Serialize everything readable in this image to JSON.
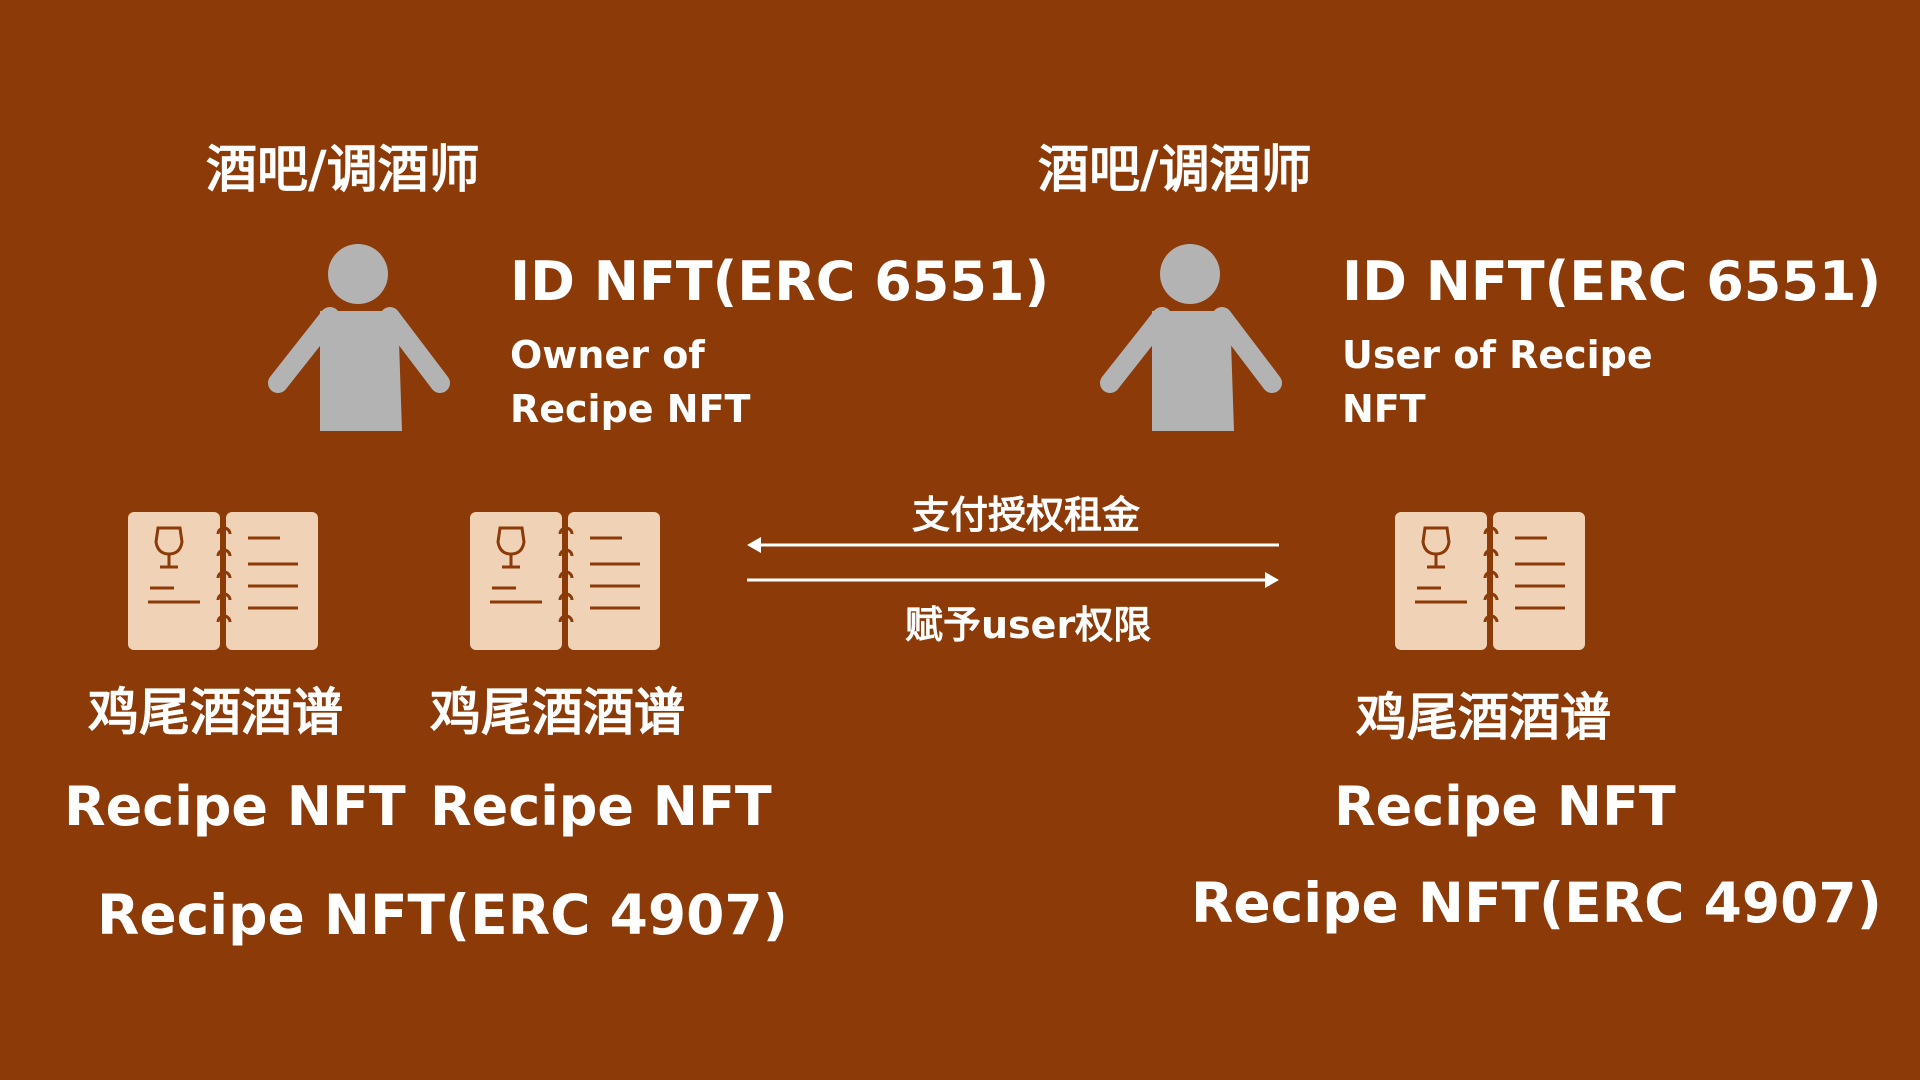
{
  "left": {
    "role": "酒吧/调酒师",
    "id_title": "ID NFT(ERC 6551)",
    "desc_line1": "Owner of",
    "desc_line2": "Recipe NFT",
    "recipes": [
      {
        "cn": "鸡尾酒酒谱",
        "en": "Recipe NFT"
      },
      {
        "cn": "鸡尾酒酒谱",
        "en": "Recipe NFT"
      }
    ],
    "bottom_label": "Recipe NFT(ERC 4907)"
  },
  "right": {
    "role": "酒吧/调酒师",
    "id_title": "ID NFT(ERC 6551)",
    "desc_line1": "User of Recipe",
    "desc_line2": "NFT",
    "recipe": {
      "cn": "鸡尾酒酒谱",
      "en": "Recipe NFT"
    },
    "bottom_label": "Recipe NFT(ERC 4907)"
  },
  "flow": {
    "top_label": "支付授权租金",
    "bottom_label": "赋予user权限"
  },
  "colors": {
    "background": "#8b3a08",
    "person_icon": "#b3b3b3",
    "book_icon": "#f0d3b6",
    "book_lines": "#8b3a08",
    "text": "#ffffff"
  }
}
